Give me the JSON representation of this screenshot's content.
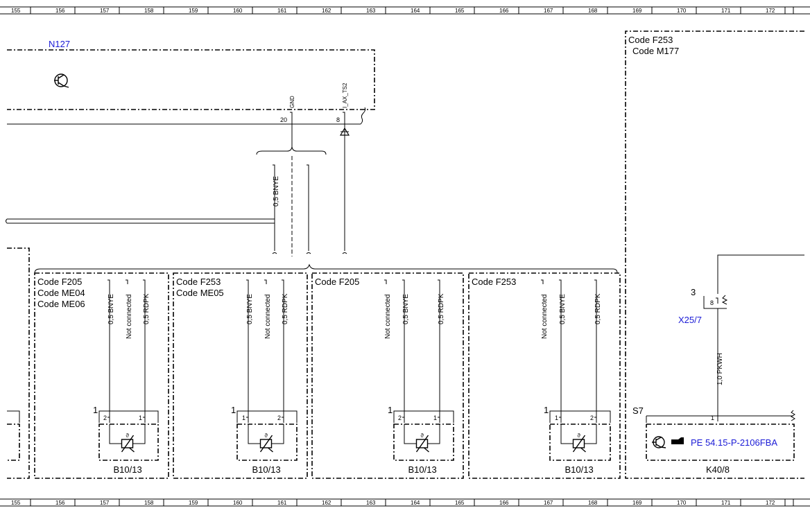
{
  "ruler": {
    "numbers": [
      "155",
      "156",
      "157",
      "158",
      "159",
      "160",
      "161",
      "162",
      "163",
      "164",
      "165",
      "166",
      "167",
      "168",
      "169",
      "170",
      "171",
      "172"
    ]
  },
  "n127": {
    "label": "N127",
    "pin_gnd": "GND",
    "pin_gnd_num": "20",
    "pin_ax": "I_AX_TS2",
    "pin_ax_num": "8"
  },
  "wire_top": "0,5 BNYE",
  "right_group": {
    "code1": "Code F253",
    "code2": "Code M177",
    "connector_label": "X25/7",
    "connector_pin": "3",
    "connector_inner_pin": "8",
    "wire": "1,0 PKWH",
    "s7": "S7",
    "k40_pin": "1",
    "ref_text": "PE 54.15-P-2106FBA",
    "k40_label": "K40/8"
  },
  "variants": [
    {
      "codes": [
        "Code F205",
        "Code ME04",
        "Code ME06"
      ],
      "wires": [
        "0,5 BNYE",
        "Not connected",
        "0,5 RDPK"
      ],
      "pin_main": "1",
      "pins": [
        "2",
        "1"
      ],
      "component": "B10/13",
      "theta": "ϑ"
    },
    {
      "codes": [
        "Code F253",
        "Code ME05"
      ],
      "wires": [
        "0,5 BNYE",
        "Not connected",
        "0,5 RDPK"
      ],
      "pin_main": "1",
      "pins": [
        "1",
        "2"
      ],
      "component": "B10/13",
      "theta": "ϑ"
    },
    {
      "codes": [
        "Code F205"
      ],
      "wires": [
        "Not connected",
        "0,5 BNYE",
        "0,5 RDPK"
      ],
      "pin_main": "1",
      "pins": [
        "2",
        "1"
      ],
      "component": "B10/13",
      "theta": "ϑ"
    },
    {
      "codes": [
        "Code F253"
      ],
      "wires": [
        "Not connected",
        "0,5 BNYE",
        "0,5 RDPK"
      ],
      "pin_main": "1",
      "pins": [
        "1",
        "2"
      ],
      "component": "B10/13",
      "theta": "ϑ"
    }
  ],
  "colors": {
    "line": "#000000",
    "reference_blue": "#1a1ad6"
  }
}
